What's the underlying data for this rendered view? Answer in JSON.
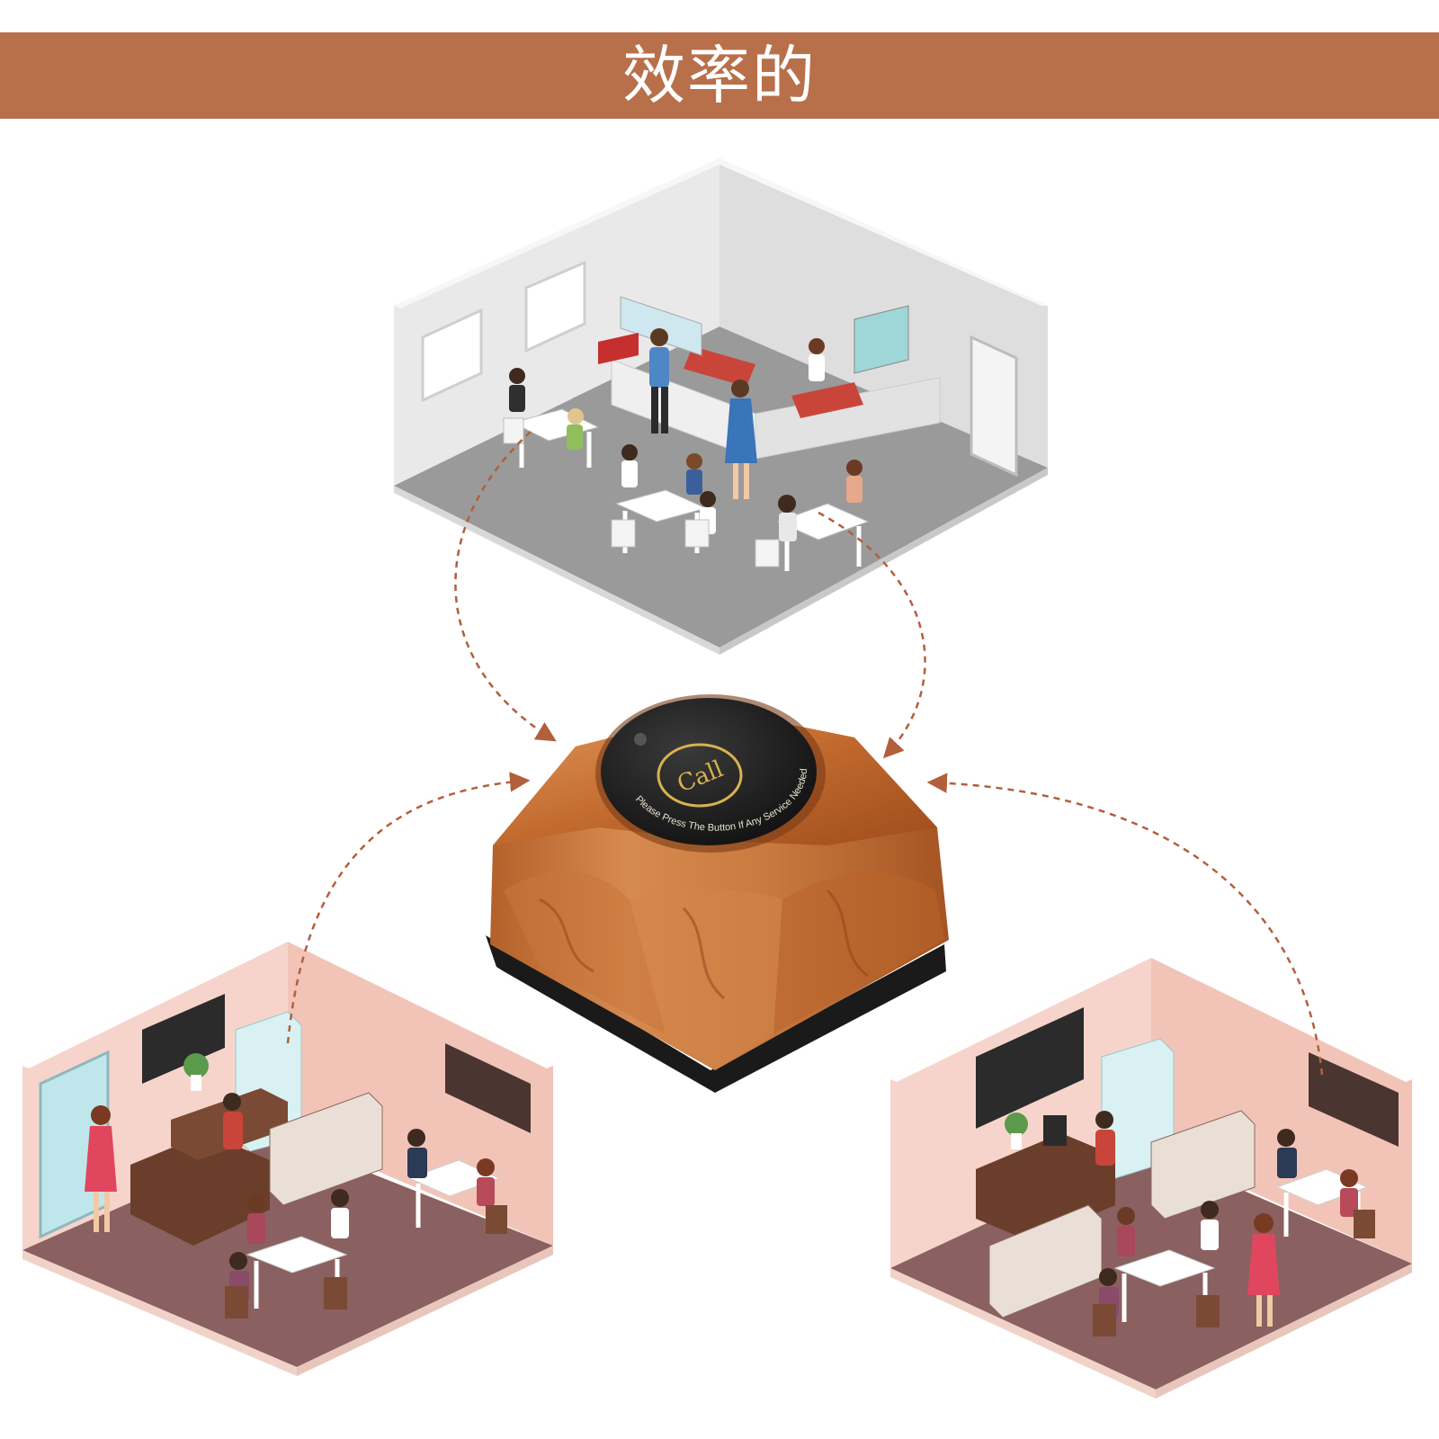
{
  "banner": {
    "title": "效率的"
  },
  "device": {
    "call_label": "Call",
    "ring_text": "Please Press The Button If Any Service Needed"
  },
  "colors": {
    "banner_bg": "#b8704a",
    "arrow": "#b25f3c",
    "wood_light": "#d78a4f",
    "wood_dark": "#9e4c1d",
    "button_top": "#1c1c1c",
    "call_gold": "#d9b24f"
  }
}
